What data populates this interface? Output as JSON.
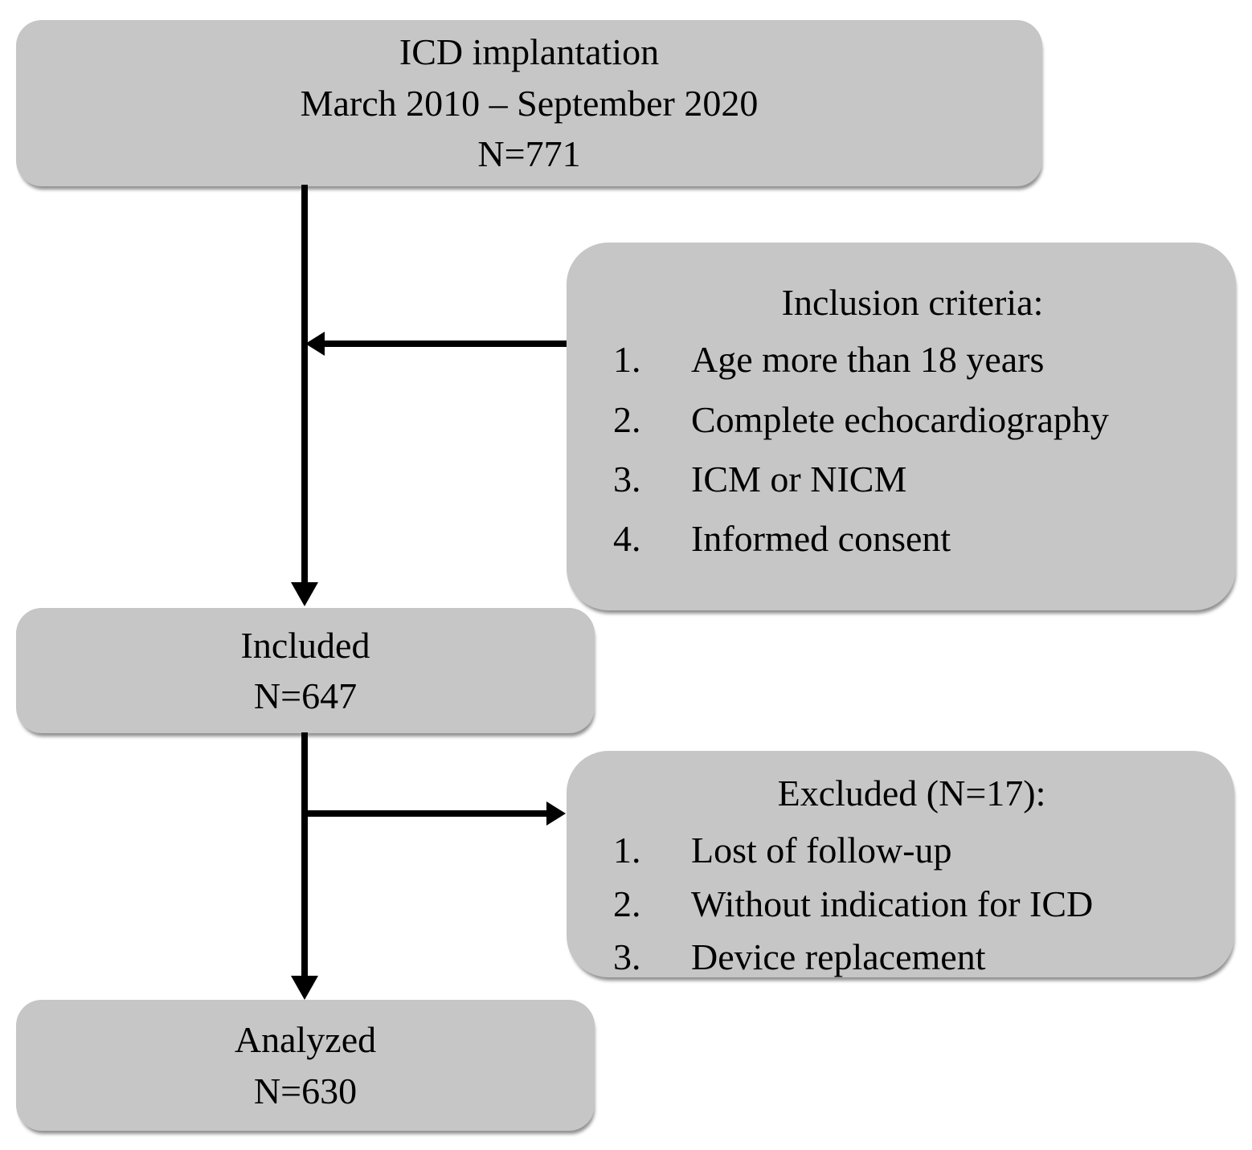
{
  "colors": {
    "box_fill": "#c6c6c6",
    "box_shadow": "#8f8f8f",
    "arrow": "#000000",
    "text": "#000000",
    "background": "#ffffff"
  },
  "top_box": {
    "line1": "ICD implantation",
    "line2": "March 2010 – September 2020",
    "line3": "N=771"
  },
  "inclusion_box": {
    "title": "Inclusion criteria:",
    "items": [
      {
        "num": "1.",
        "text": "Age more than 18 years"
      },
      {
        "num": "2.",
        "text": "Complete echocardiography"
      },
      {
        "num": "3.",
        "text": "ICM or NICM"
      },
      {
        "num": "4.",
        "text": "Informed consent"
      }
    ]
  },
  "included_box": {
    "line1": "Included",
    "line2": "N=647"
  },
  "excluded_box": {
    "title": "Excluded (N=17):",
    "items": [
      {
        "num": "1.",
        "text": "Lost of follow-up"
      },
      {
        "num": "2.",
        "text": "Without indication for ICD"
      },
      {
        "num": "3.",
        "text": "Device replacement"
      }
    ]
  },
  "analyzed_box": {
    "line1": "Analyzed",
    "line2": "N=630"
  }
}
